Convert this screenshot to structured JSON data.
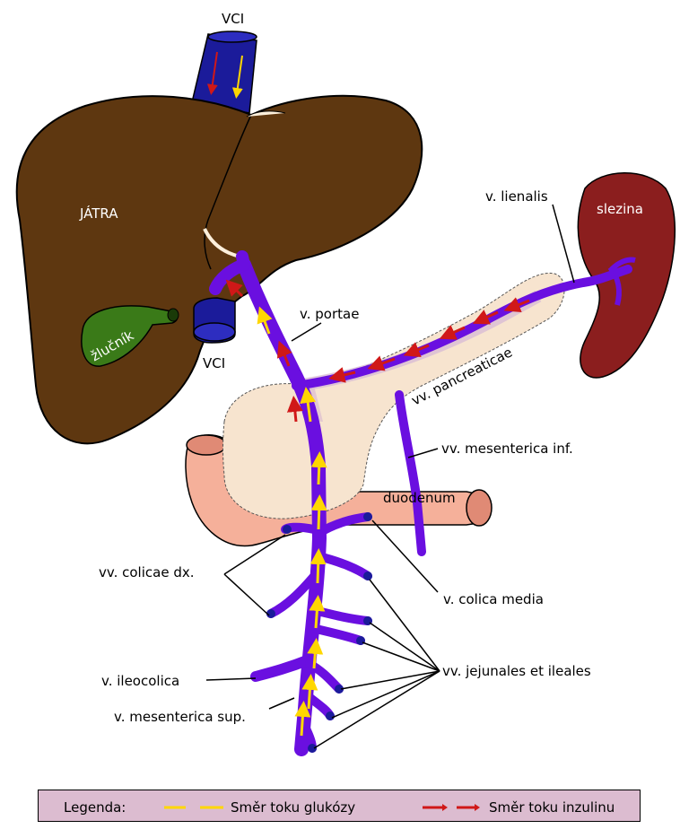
{
  "labels": {
    "vci_top": "VCI",
    "vci_mid": "VCI",
    "jatra": "JÁTRA",
    "zlucnik": "žlučník",
    "slezina": "slezina",
    "lienalis": "v. lienalis",
    "portae": "v. portae",
    "pancreaticae": "vv. pancreaticae",
    "mes_inf": "vv. mesenterica inf.",
    "duodenum": "duodenum",
    "colicae_dx": "vv. colicae dx.",
    "colica_media": "v. colica media",
    "ileocolica": "v. ileocolica",
    "jejunales": "vv. jejunales et ileales",
    "mes_sup": "v. mesenterica sup."
  },
  "legend": {
    "title": "Legenda:",
    "glucose": "Směr toku glukózy",
    "insulin": "Směr toku inzulinu"
  },
  "colors": {
    "vein": "#6a0fe0",
    "vci": "#1b1b9a",
    "liver": "#5e3710",
    "gallbladder": "#3a7a18",
    "spleen": "#8b1e1e",
    "pancreas": "#f7e4cf",
    "duodenum": "#f5b09a",
    "glucose_arrow": "#ffd700",
    "insulin_arrow": "#d01818",
    "legend_bg": "#dcbcd0"
  }
}
